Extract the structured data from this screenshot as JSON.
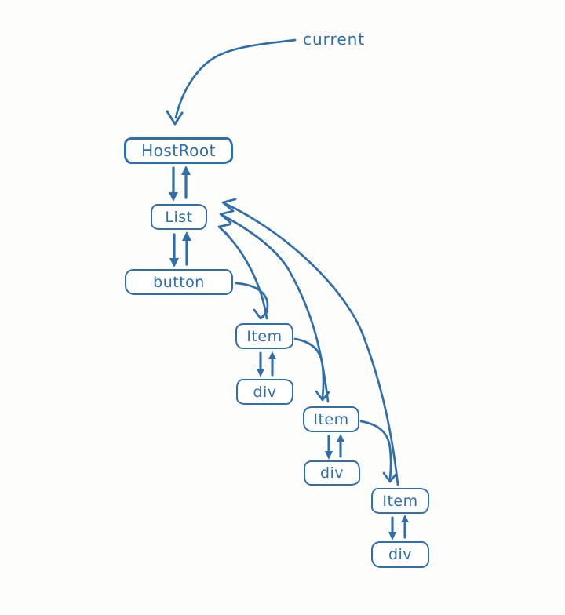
{
  "diagram": {
    "pointer_label": "current",
    "colors": {
      "ink": "#2f6ea9",
      "background": "#fdfdfb"
    },
    "nodes": [
      {
        "id": "hostroot",
        "label": "HostRoot"
      },
      {
        "id": "list",
        "label": "List"
      },
      {
        "id": "button",
        "label": "button"
      },
      {
        "id": "item-1",
        "label": "Item"
      },
      {
        "id": "div-1",
        "label": "div"
      },
      {
        "id": "item-2",
        "label": "Item"
      },
      {
        "id": "div-2",
        "label": "div"
      },
      {
        "id": "item-3",
        "label": "Item"
      },
      {
        "id": "div-3",
        "label": "div"
      }
    ],
    "edges": [
      {
        "from": "current-pointer",
        "to": "hostroot",
        "type": "pointer"
      },
      {
        "from": "hostroot",
        "to": "list",
        "type": "child"
      },
      {
        "from": "list",
        "to": "hostroot",
        "type": "return"
      },
      {
        "from": "list",
        "to": "button",
        "type": "child"
      },
      {
        "from": "button",
        "to": "list",
        "type": "return"
      },
      {
        "from": "button",
        "to": "item-1",
        "type": "sibling"
      },
      {
        "from": "item-1",
        "to": "div-1",
        "type": "child"
      },
      {
        "from": "div-1",
        "to": "item-1",
        "type": "return"
      },
      {
        "from": "item-1",
        "to": "list",
        "type": "return"
      },
      {
        "from": "item-1",
        "to": "item-2",
        "type": "sibling"
      },
      {
        "from": "item-2",
        "to": "div-2",
        "type": "child"
      },
      {
        "from": "div-2",
        "to": "item-2",
        "type": "return"
      },
      {
        "from": "item-2",
        "to": "list",
        "type": "return"
      },
      {
        "from": "item-2",
        "to": "item-3",
        "type": "sibling"
      },
      {
        "from": "item-3",
        "to": "div-3",
        "type": "child"
      },
      {
        "from": "div-3",
        "to": "item-3",
        "type": "return"
      },
      {
        "from": "item-3",
        "to": "list",
        "type": "return"
      }
    ]
  }
}
